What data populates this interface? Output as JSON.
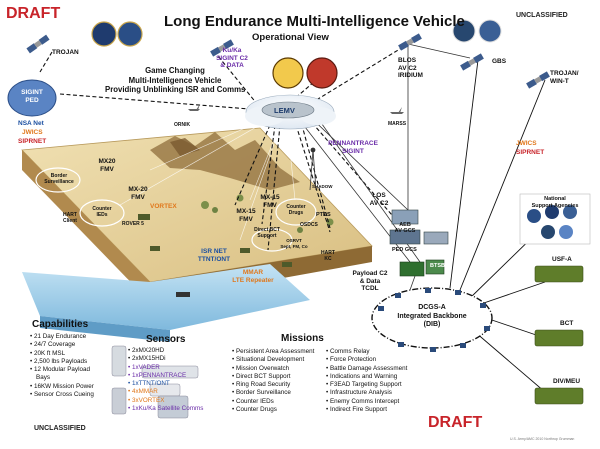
{
  "header": {
    "draft_top": "DRAFT",
    "title": "Long Endurance Multi-Intelligence Vehicle",
    "subtitle": "Operational View",
    "unclassified_top": "UNCLASSIFIED"
  },
  "tagline": [
    "Game Changing",
    "Multi-Intelligence Vehicle",
    "Providing Unblinking ISR and Comms"
  ],
  "nodes": {
    "trojan": "TROJAN",
    "sigint_ped": [
      "SIGINT",
      "PED"
    ],
    "nsa_net": "NSA Net",
    "jwics_left": "JWICS",
    "sipr_left": "SIPRNET",
    "ku_ka": [
      "Ku/Ka",
      "SIGINT C2",
      "& DATA"
    ],
    "lemv": "LEMV",
    "blos": [
      "BLOS",
      "AV C2",
      "IRIDIUM"
    ],
    "gbs": "GBS",
    "trojan_wint": [
      "TROJAN/",
      "WIN-T"
    ],
    "jwics_right": "JWICS",
    "sipr_right": "SIPRNET",
    "national": [
      "National",
      "Support Agencies"
    ],
    "usf_a": "USF-A",
    "bct": "BCT",
    "div_meu": "DIV/MEU",
    "ornik": "ORNIK",
    "marss": "MARSS",
    "pennantrace": [
      "PENNANTRACE",
      "SIGINT"
    ],
    "los": [
      "LOS",
      "AV C2"
    ],
    "aeb": [
      "AEB",
      "AV GCS"
    ],
    "ped_gcs": "PED GCS",
    "btsb": "BTSB",
    "payload": [
      "Payload C2",
      "& Data",
      "TCDL"
    ],
    "dcgs": [
      "DCGS-A",
      "Integrated Backbone",
      "(DIB)"
    ],
    "pids": "PTDS",
    "hart": [
      "HART",
      "KC"
    ],
    "isr_net": [
      "ISR NET",
      "TTNT/ONT"
    ],
    "mmar": [
      "MMAR",
      "LTE Repeater"
    ],
    "mx20_a": [
      "MX20",
      "FMV"
    ],
    "mx20_b": [
      "MX-20",
      "FMV"
    ],
    "mx15_a": [
      "MX-15",
      "FMV"
    ],
    "mx15_b": [
      "MX-15",
      "FMV"
    ],
    "border": [
      "Border",
      "Surveillance"
    ],
    "counter_ieds": [
      "Counter",
      "IEDs"
    ],
    "vortex": "VORTEX",
    "rover": "ROVER 5",
    "hart_client": [
      "HART",
      "Client"
    ],
    "direct_bct": [
      "Direct BCT",
      "Support"
    ],
    "counter_drugs": [
      "Counter",
      "Drugs"
    ],
    "osdcs": "OSDCS",
    "osrvt": [
      "OSRVT",
      "Sept, FM, Co"
    ],
    "shadow": "SHADOW"
  },
  "capabilities": {
    "title": "Capabilities",
    "items": [
      "21 Day Endurance",
      "24/7 Coverage",
      "20K ft MSL",
      "2,500 lbs Payloads",
      "12 Modular Payload",
      "Bays",
      "16KW Mission Power",
      "Sensor Cross Cueing"
    ],
    "unclassified": "UNCLASSIFIED"
  },
  "sensors": {
    "title": "Sensors",
    "items": [
      {
        "text": "2xMX20HD",
        "color": "#111111"
      },
      {
        "text": "2xMX15HDi",
        "color": "#111111"
      },
      {
        "text": "1xVADER",
        "color": "#6a2ca8"
      },
      {
        "text": "1xPENNANTRACE",
        "color": "#6a2ca8"
      },
      {
        "text": "1xTTNT/ONT",
        "color": "#1b4fa0"
      },
      {
        "text": "4xMMAR",
        "color": "#e0781c"
      },
      {
        "text": "3xVORTEX",
        "color": "#e0781c"
      },
      {
        "text": "1xKu/Ka Satellite Comms",
        "color": "#6a2ca8"
      }
    ]
  },
  "missions": {
    "title": "Missions",
    "col1": [
      "Persistent Area Assessment",
      "Situational Development",
      "Mission Overwatch",
      "Direct BCT Support",
      "Ring Road Security",
      "Border Surveillance",
      "Counter IEDs",
      "Counter Drugs"
    ],
    "col2": [
      "Comms Relay",
      "Force Protection",
      "Battle Damage Assessment",
      "Indications and Warning",
      "F3EAD Targeting Support",
      "Infrastructure Analysis",
      "Enemy Comms Intercept",
      "Indirect Fire Support"
    ]
  },
  "footer": {
    "draft_bottom": "DRAFT",
    "note": "U.S. Army/AMC 2010 Northrop Grumman"
  },
  "colors": {
    "draft_red": "#c8242a",
    "purple": "#6a2ca8",
    "orange": "#e0781c",
    "blue": "#1b4fa0",
    "terrain": "#e9d6a3",
    "water": "#a9d4ec"
  }
}
